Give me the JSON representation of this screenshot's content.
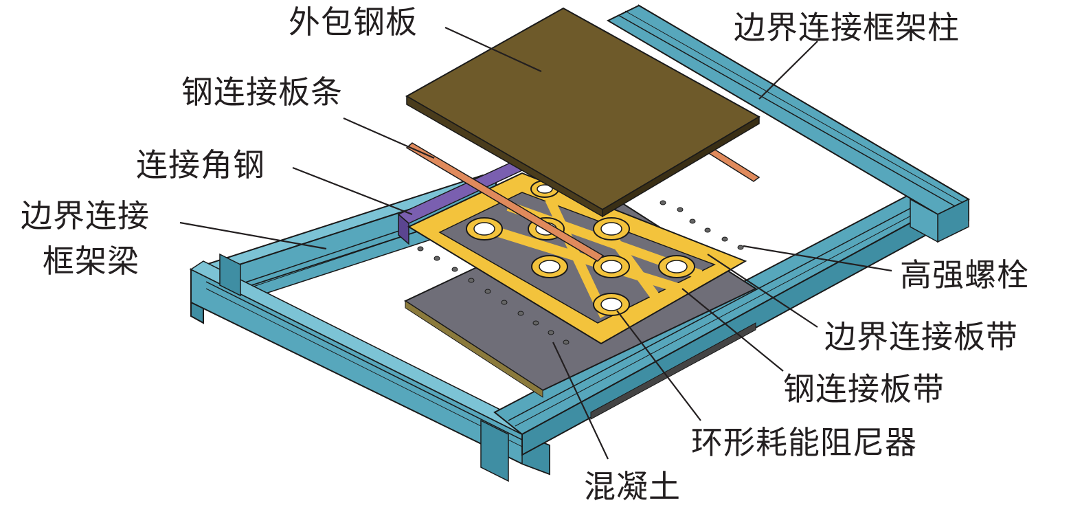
{
  "labels": {
    "outer_steel_plate": "外包钢板",
    "boundary_frame_column": "边界连接框架柱",
    "steel_connecting_strip": "钢连接板条",
    "connecting_angle_steel": "连接角钢",
    "boundary_frame_beam_line1": "边界连接",
    "boundary_frame_beam_line2": "框架梁",
    "high_strength_bolt": "高强螺栓",
    "boundary_connecting_band": "边界连接板带",
    "steel_connecting_band": "钢连接板带",
    "ring_energy_damper": "环形耗能阻尼器",
    "concrete": "混凝土"
  },
  "colors": {
    "frame_steel": "#57a7bc",
    "frame_steel_dark": "#3f8ea3",
    "outer_plate": "#6e5a2a",
    "outer_plate_edge": "#4a3c1c",
    "connecting_strip": "#e08a5c",
    "angle_steel": "#7a5fb0",
    "damper_frame": "#f3c33c",
    "concrete": "#6f6e78",
    "bolt": "#555555",
    "leader_line": "#231f20"
  }
}
